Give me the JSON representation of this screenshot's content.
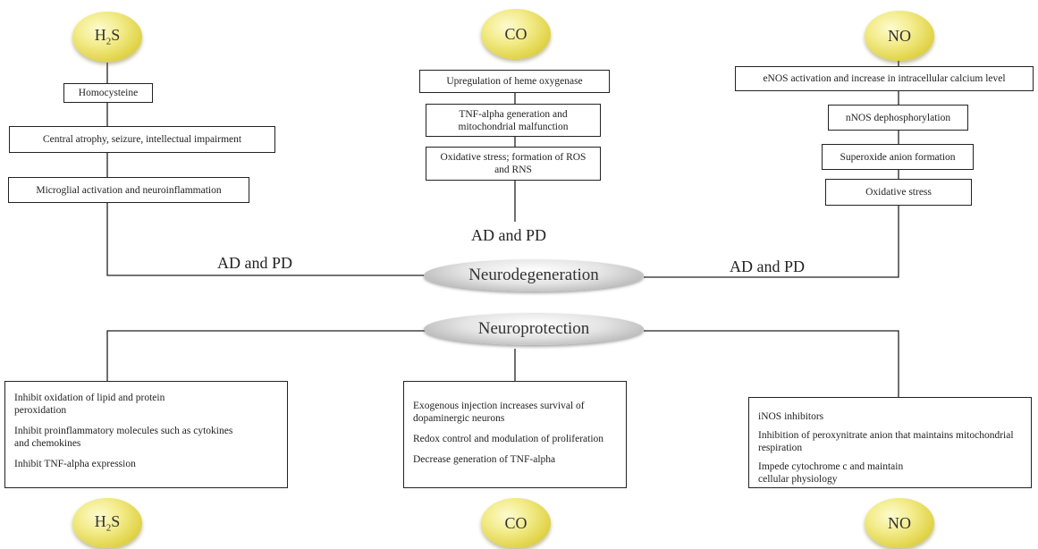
{
  "top": {
    "h2s": {
      "gas_main": "H",
      "gas_sub": "2",
      "gas_tail": "S",
      "steps": [
        "Homocysteine",
        "Central atrophy, seizure, intellectual impairment",
        "Microglial activation and neuroinflammation"
      ],
      "edge_label": "AD and PD"
    },
    "co": {
      "gas": "CO",
      "steps": [
        "Upregulation of heme oxygenase",
        "TNF-alpha generation and mitochondrial malfunction",
        "Oxidative stress; formation of ROS and RNS"
      ],
      "edge_label": "AD and PD"
    },
    "no": {
      "gas": "NO",
      "steps": [
        "eNOS activation and increase in intracellular calcium level",
        "nNOS dephosphorylation",
        "Superoxide anion formation",
        "Oxidative stress"
      ],
      "edge_label": "AD and PD"
    }
  },
  "center": {
    "neurodegeneration": "Neurodegeneration",
    "neuroprotection": "Neuroprotection"
  },
  "bottom": {
    "h2s": {
      "items": [
        "Inhibit oxidation of lipid and protein peroxidation",
        "Inhibit proinflammatory molecules such as cytokines and chemokines",
        "Inhibit TNF-alpha expression"
      ],
      "gas_main": "H",
      "gas_sub": "2",
      "gas_tail": "S"
    },
    "co": {
      "items": [
        "Exogenous injection increases survival of dopaminergic neurons",
        "Redox control and modulation of proliferation",
        "Decrease generation of TNF-alpha"
      ],
      "gas": "CO"
    },
    "no": {
      "items": [
        "iNOS inhibitors",
        "Inhibition of peroxynitrate anion that maintains mitochondrial respiration",
        "Impede cytochrome c and maintain cellular physiology"
      ],
      "gas": "NO"
    }
  }
}
